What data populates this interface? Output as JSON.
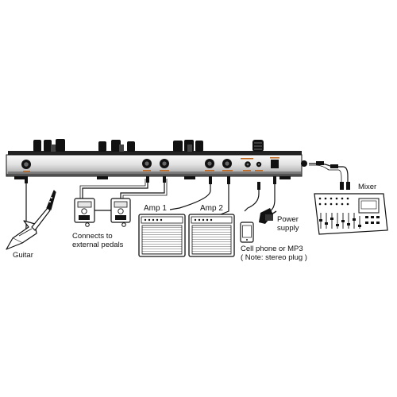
{
  "labels": {
    "guitar": "Guitar",
    "pedals": [
      "Connects to",
      "external pedals"
    ],
    "amp1": "Amp  1",
    "amp2": "Amp 2",
    "phone": [
      "Cell phone or MP3",
      "( Note: stereo plug )"
    ],
    "power": [
      "Power",
      "supply"
    ],
    "mixer": "Mixer"
  },
  "colors": {
    "accent": "#c0661d",
    "outline": "#111111",
    "panel_light": "#f2f2f2",
    "panel_dark": "#7a7a7a"
  }
}
